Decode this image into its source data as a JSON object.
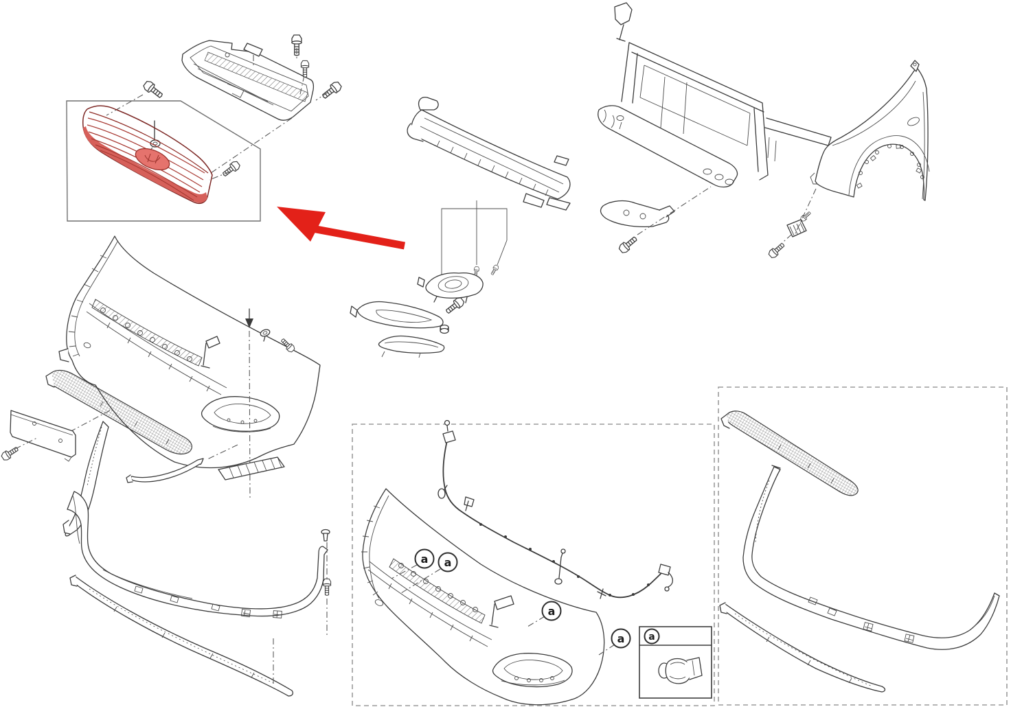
{
  "page": {
    "background": "#ffffff",
    "description": "Exploded line-art parts diagram of a vehicle front bumper assembly; one part (radiator grille) is highlighted in red with a red arrow pointing to it; two dashed boxes show alternate configurations; circled letter callouts mark parking-sensor locations."
  },
  "callout": {
    "letter": "a"
  },
  "callout_instances": 5,
  "colors": {
    "background": "#ffffff",
    "line": "#3a3a3a",
    "dash_dot_leader": "#5a5a5a",
    "dashed_box_border": "#9b9b9b",
    "inset_box_border": "#3c3c3c",
    "highlight_fill": "#e5736d",
    "highlight_shade": "#d6605a",
    "highlight_stroke": "#7c2724",
    "highlight_slats": "#a83a33",
    "arrow_red": "#e32119",
    "callout_ring": "#2c2c2c"
  }
}
